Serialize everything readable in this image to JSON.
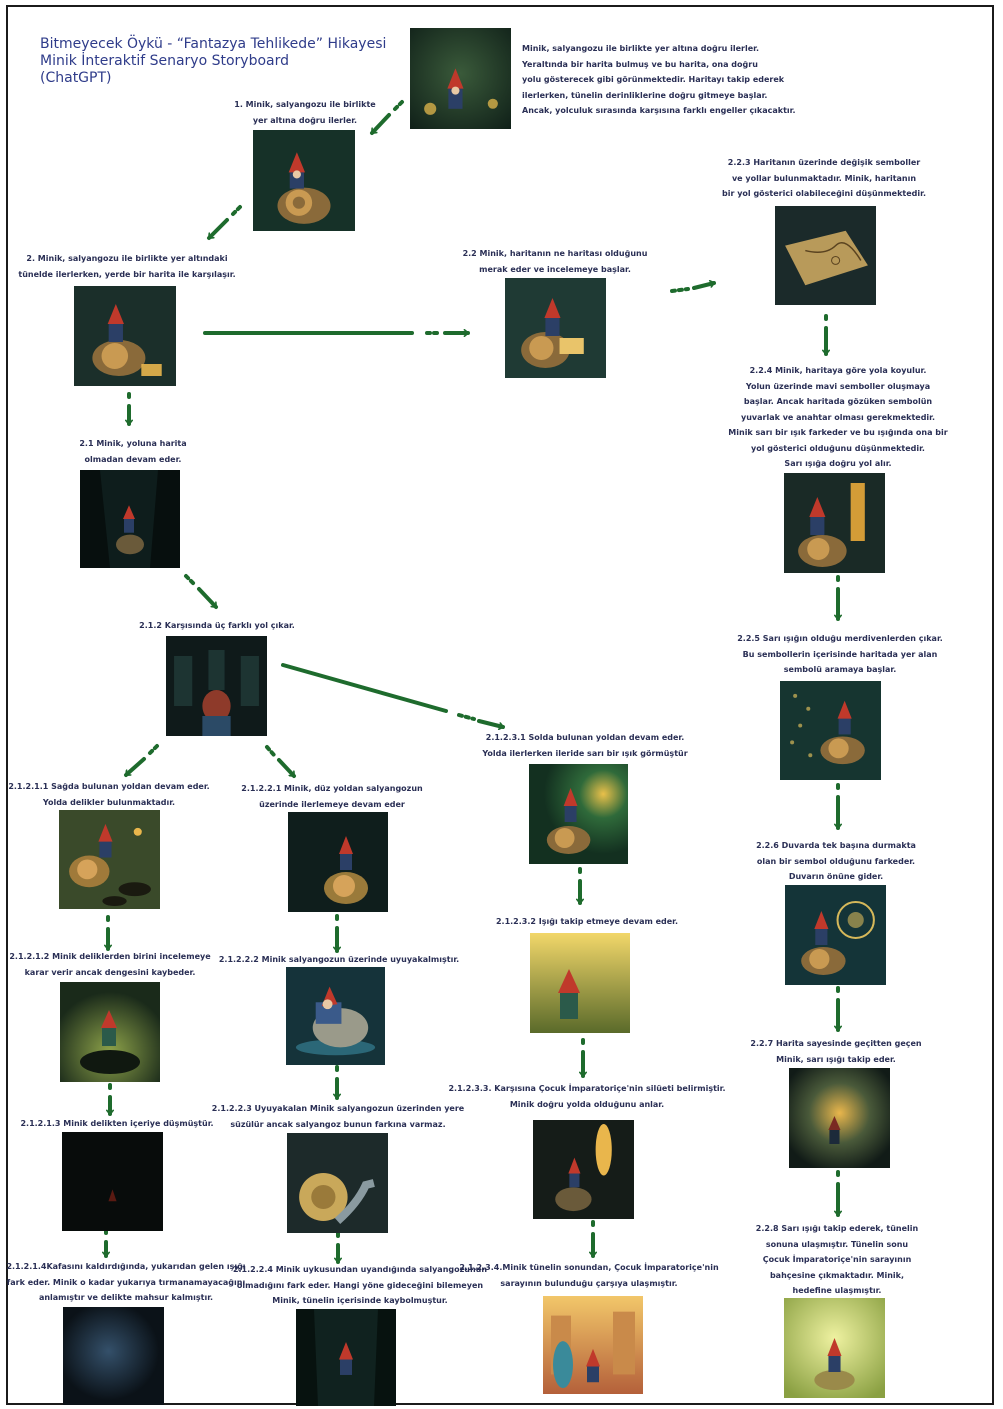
{
  "title": {
    "line1": "Bitmeyecek Öykü - “Fantazya Tehlikede” Hikayesi",
    "line2": "Minik İnteraktif Senaryo Storyboard",
    "line3": "(ChatGPT)"
  },
  "colors": {
    "arrow": "#1e6b2d",
    "caption": "#2a2f55",
    "title": "#2f3c8a"
  },
  "nodes": {
    "intro": [
      "Minik, salyangozu ile birlikte yer altına doğru ilerler.",
      "Yeraltında bir harita bulmuş ve bu harita, ona doğru",
      "yolu gösterecek gibi görünmektedir. Haritayı takip ederek",
      "ilerlerken, tünelin derinliklerine doğru gitmeye başlar.",
      "Ancak, yolculuk sırasında karşısına farklı engeller çıkacaktır."
    ],
    "n1": [
      "1.  Minik, salyangozu ile birlikte",
      "yer altına doğru ilerler."
    ],
    "n2": [
      "2. Minik, salyangozu ile birlikte yer altındaki",
      "tünelde ilerlerken, yerde bir harita ile karşılaşır."
    ],
    "n22": [
      "2.2 Minik, haritanın ne haritası olduğunu",
      "merak eder ve incelemeye başlar."
    ],
    "n223": [
      "2.2.3 Haritanın üzerinde değişik semboller",
      "ve yollar bulunmaktadır. Minik, haritanın",
      "bir yol gösterici olabileceğini düşünmektedir."
    ],
    "n224": [
      "2.2.4 Minik, haritaya göre yola koyulur.",
      "Yolun üzerinde mavi semboller oluşmaya",
      "başlar. Ancak haritada gözüken sembolün",
      "yuvarlak ve anahtar olması gerekmektedir.",
      "Minik sarı bir ışık farkeder ve bu ışığında ona bir",
      "yol gösterici olduğunu düşünmektedir.",
      "Sarı ışığa doğru yol alır."
    ],
    "n225": [
      "2.2.5 Sarı ışığın  olduğu merdivenlerden çıkar.",
      "Bu sembollerin içerisinde haritada yer alan",
      "sembolü aramaya başlar."
    ],
    "n226": [
      "2.2.6 Duvarda tek başına durmakta",
      "olan bir sembol olduğunu farkeder.",
      "Duvarın önüne gider."
    ],
    "n227": [
      "2.2.7 Harita sayesinde geçitten geçen",
      "Minik, sarı ışığı takip eder."
    ],
    "n228": [
      "2.2.8 Sarı ışığı takip ederek, tünelin",
      "sonuna ulaşmıştır. Tünelin sonu",
      "Çocuk İmparatoriçe'nin sarayının",
      "bahçesine çıkmaktadır. Minik,",
      "hedefine ulaşmıştır."
    ],
    "n21": [
      "2.1 Minik, yoluna harita",
      "olmadan devam eder."
    ],
    "n212": [
      "2.1.2 Karşısında üç farklı yol çıkar."
    ],
    "n2121": [
      "2.1.2.1.1 Sağda bulunan yoldan devam eder.",
      "Yolda delikler bulunmaktadır."
    ],
    "n21212": [
      "2.1.2.1.2 Minik deliklerden birini incelemeye",
      "karar verir ancak dengesini kaybeder."
    ],
    "n21213": [
      "2.1.2.1.3 Minik delikten içeriye düşmüştür."
    ],
    "n21214": [
      "2.1.2.1.4Kafasını kaldırdığında, yukarıdan gelen ışığı",
      "fark eder. Minik o kadar yukarıya tırmanamayacağını",
      "anlamıştır ve delikte mahsur kalmıştır."
    ],
    "n2122": [
      "2.1.2.2.1 Minik, düz yoldan salyangozun",
      "üzerinde ilerlemeye devam eder"
    ],
    "n21222": [
      "2.1.2.2.2 Minik salyangozun üzerinde uyuyakalmıştır."
    ],
    "n21223": [
      "2.1.2.2.3 Uyuyakalan Minik salyangozun üzerinden yere",
      "süzülür ancak salyangoz bunun farkına varmaz."
    ],
    "n21224": [
      "2.1.2.2.4 Minik uykusundan uyandığında salyangozunun",
      "olmadığını fark eder. Hangi yöne gideceğini bilemeyen",
      "Minik, tünelin içerisinde kaybolmuştur."
    ],
    "n2123": [
      "2.1.2.3.1 Solda bulunan yoldan devam eder.",
      "Yolda ilerlerken ileride sarı bir ışık görmüştür"
    ],
    "n21232": [
      "2.1.2.3.2 Işığı takip etmeye devam eder."
    ],
    "n21233": [
      "2.1.2.3.3. Karşısına Çocuk İmparatoriçe'nin silüeti belirmiştir.",
      "Minik doğru yolda olduğunu anlar."
    ],
    "n21234": [
      "2.1.2.3.4.Minik tünelin sonundan, Çocuk İmparatoriçe'nin",
      "sarayının bulunduğu çarşıya ulaşmıştır."
    ]
  }
}
